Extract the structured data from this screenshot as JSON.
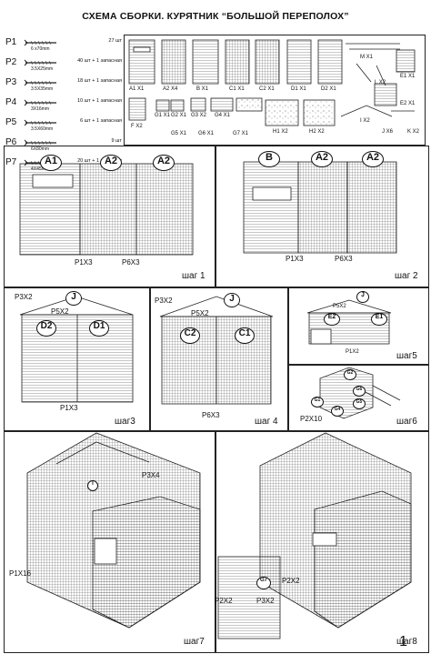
{
  "title": "СХЕМА СБОРКИ. КУРЯТНИК “БОЛЬШОЙ ПЕРЕПОЛОХ”",
  "parts": [
    {
      "code": "P1",
      "size": "6 x70mm",
      "qty": "27 шт"
    },
    {
      "code": "P2",
      "size": "3.5X25mm",
      "qty": "40 шт + 1 запасная"
    },
    {
      "code": "P3",
      "size": "3.5X35mm",
      "qty": "18 шт + 1 запасная"
    },
    {
      "code": "P4",
      "size": "3X16mm",
      "qty": "10 шт + 1 запасная"
    },
    {
      "code": "P5",
      "size": "3.5X60mm",
      "qty": "6 шт + 1 запасная"
    },
    {
      "code": "P6",
      "size": "6X80mm",
      "qty": "9 шт"
    },
    {
      "code": "P7",
      "size": "4X45mm",
      "qty": "20 шт + 1 запасная"
    }
  ],
  "panels": {
    "a1": "A1 X1",
    "a2": "A2 X4",
    "b": "B X1",
    "c1": "C1 X1",
    "c2": "C2 X1",
    "d1": "D1 X1",
    "d2": "D2 X1",
    "m": "M X1",
    "l": "L X2",
    "e1": "E1 X1",
    "e2": "E2 X1",
    "f": "F X2",
    "g1": "G1 X1",
    "g2": "G2 X1",
    "g3": "G3 X2",
    "g4": "G4 X1",
    "g5": "G5 X1",
    "g6": "G6 X1",
    "g7": "G7 X1",
    "h1": "H1 X2",
    "h2": "H2 X2",
    "i": "I X2",
    "j": "J X6",
    "k": "K X2"
  },
  "steps": {
    "s1": {
      "label": "шаг 1",
      "circles": [
        "A1",
        "A2",
        "A2"
      ],
      "fasteners": [
        "P1X3",
        "P6X3"
      ]
    },
    "s2": {
      "label": "шаг 2",
      "circles": [
        "B",
        "A2",
        "A2"
      ],
      "fasteners": [
        "P1X3",
        "P6X3"
      ]
    },
    "s3": {
      "label": "шаг3",
      "circles": [
        "J",
        "D2",
        "D1"
      ],
      "fasteners": [
        "P3X2",
        "P5X2",
        "P1X3"
      ]
    },
    "s4": {
      "label": "шаг 4",
      "circles": [
        "J",
        "C2",
        "C1"
      ],
      "fasteners": [
        "P3X2",
        "P5X2",
        "P6X3"
      ]
    },
    "s5": {
      "label": "шаг5",
      "circles": [
        "J",
        "E2",
        "E1"
      ],
      "fasteners": [
        "P5X2",
        "P1X2"
      ]
    },
    "s6": {
      "label": "шаг6",
      "circles": [
        "G2",
        "G1",
        "G4",
        "G5",
        "G6"
      ],
      "fasteners": [
        "P2X10"
      ]
    },
    "s7": {
      "label": "шаг7",
      "circles": [
        "I"
      ],
      "fasteners": [
        "P3X4",
        "P1X16"
      ]
    },
    "s8": {
      "label": "шаг8",
      "circles": [
        "G7"
      ],
      "fasteners": [
        "P2X2",
        "P2X2",
        "P3X2"
      ]
    }
  },
  "page_number": "1"
}
